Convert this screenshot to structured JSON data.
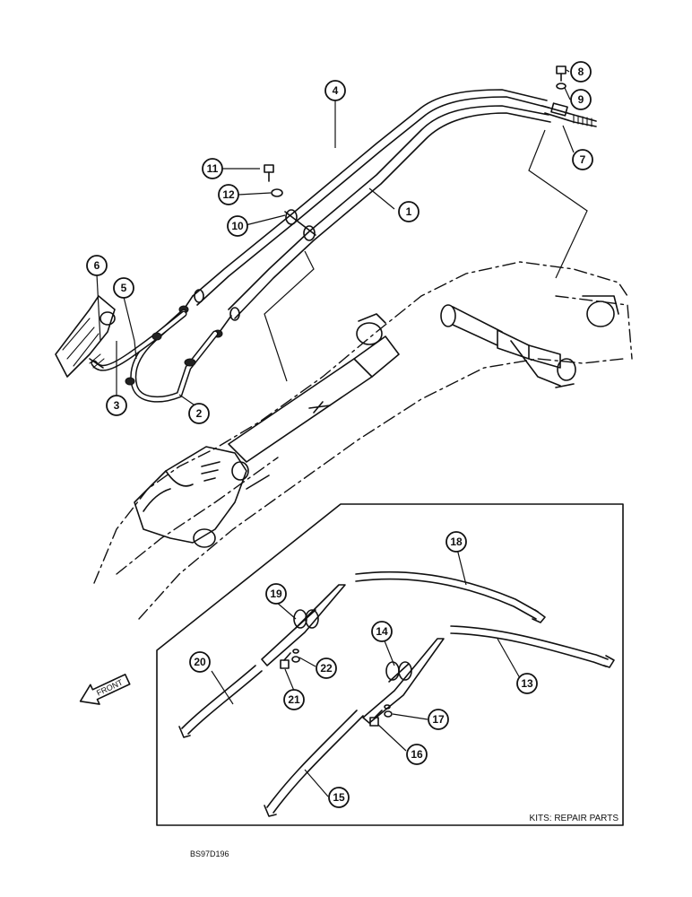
{
  "kits_label": "KITS: REPAIR PARTS",
  "front_label": "FRONT",
  "drawing_number": "BS97D196",
  "callouts": [
    "1",
    "2",
    "3",
    "4",
    "5",
    "6",
    "7",
    "8",
    "9",
    "10",
    "11",
    "12",
    "13",
    "14",
    "15",
    "16",
    "17",
    "18",
    "19",
    "20",
    "21",
    "22"
  ]
}
